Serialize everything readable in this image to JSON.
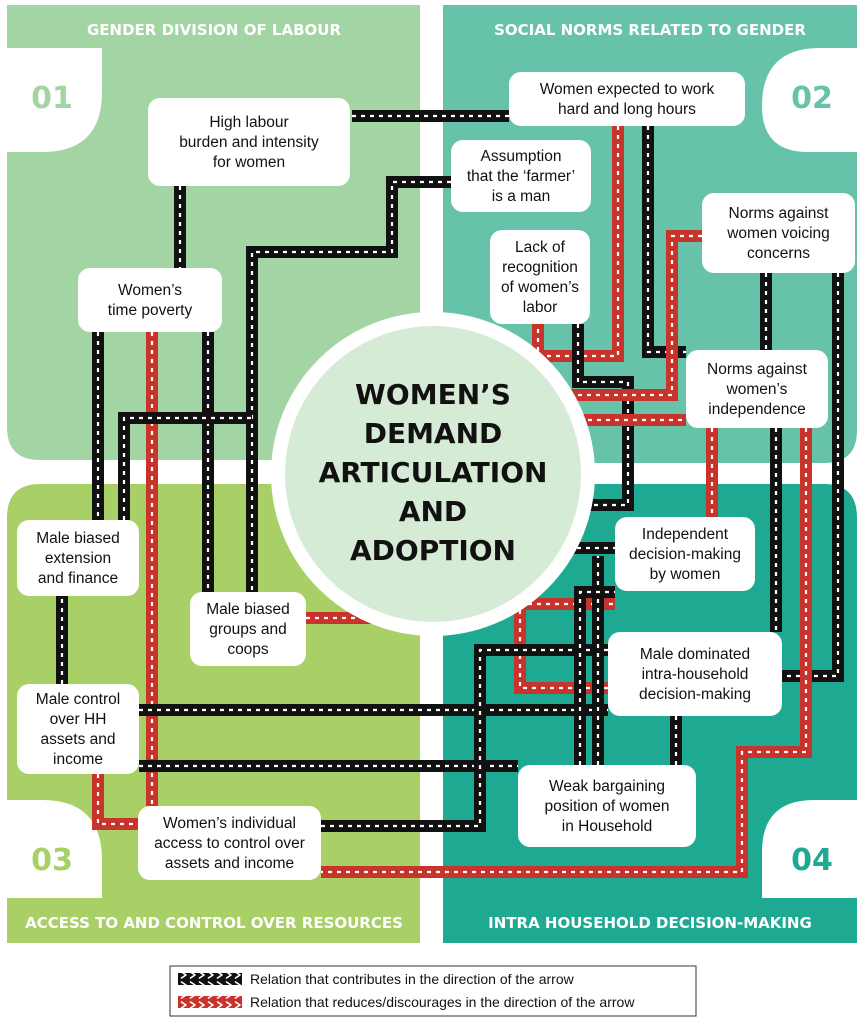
{
  "quadrants": [
    {
      "number": "01",
      "title": "GENDER DIVISION OF LABOUR",
      "color": "#a3d4a4"
    },
    {
      "number": "02",
      "title": "SOCIAL NORMS RELATED TO GENDER",
      "color": "#66c3aa"
    },
    {
      "number": "03",
      "title": "ACCESS TO AND CONTROL OVER RESOURCES",
      "color": "#a9cf67"
    },
    {
      "number": "04",
      "title": "INTRA HOUSEHOLD DECISION-MAKING",
      "color": "#1eaa92"
    }
  ],
  "center": {
    "lines": [
      "WOMEN’S",
      "DEMAND",
      "ARTICULATION",
      "AND",
      "ADOPTION"
    ]
  },
  "nodes": [
    {
      "id": "high-labour",
      "lines": [
        "High labour",
        "burden and intensity",
        "for women"
      ]
    },
    {
      "id": "time-poverty",
      "lines": [
        "Women’s",
        "time poverty"
      ]
    },
    {
      "id": "expected-work",
      "lines": [
        "Women expected to work",
        "hard and long hours"
      ]
    },
    {
      "id": "farmer-man",
      "lines": [
        "Assumption",
        "that the ‘farmer’",
        "is a man"
      ]
    },
    {
      "id": "lack-recognition",
      "lines": [
        "Lack of",
        "recognition",
        "of women’s",
        "labor"
      ]
    },
    {
      "id": "norms-voicing",
      "lines": [
        "Norms against",
        "women voicing",
        "concerns"
      ]
    },
    {
      "id": "norms-independence",
      "lines": [
        "Norms against",
        "women’s",
        "independence"
      ]
    },
    {
      "id": "male-biased-extension",
      "lines": [
        "Male biased",
        "extension",
        "and finance"
      ]
    },
    {
      "id": "male-biased-groups",
      "lines": [
        "Male biased",
        "groups and",
        "coops"
      ]
    },
    {
      "id": "male-control-assets",
      "lines": [
        "Male control",
        "over HH",
        "assets and",
        "income"
      ]
    },
    {
      "id": "individual-access",
      "lines": [
        "Women’s individual",
        "access to control over",
        "assets and income"
      ]
    },
    {
      "id": "independent-decision",
      "lines": [
        "Independent",
        "decision-making",
        "by women"
      ]
    },
    {
      "id": "male-dominated",
      "lines": [
        "Male dominated",
        "intra-household",
        "decision-making"
      ]
    },
    {
      "id": "weak-bargaining",
      "lines": [
        "Weak bargaining",
        "position of women",
        "in Household"
      ]
    }
  ],
  "legend": {
    "contributes": "Relation that contributes in the direction of the arrow",
    "reduces": "Relation that reduces/discourages in the direction of the arrow"
  },
  "colors": {
    "contributes": "#111111",
    "reduces": "#c8332b"
  }
}
